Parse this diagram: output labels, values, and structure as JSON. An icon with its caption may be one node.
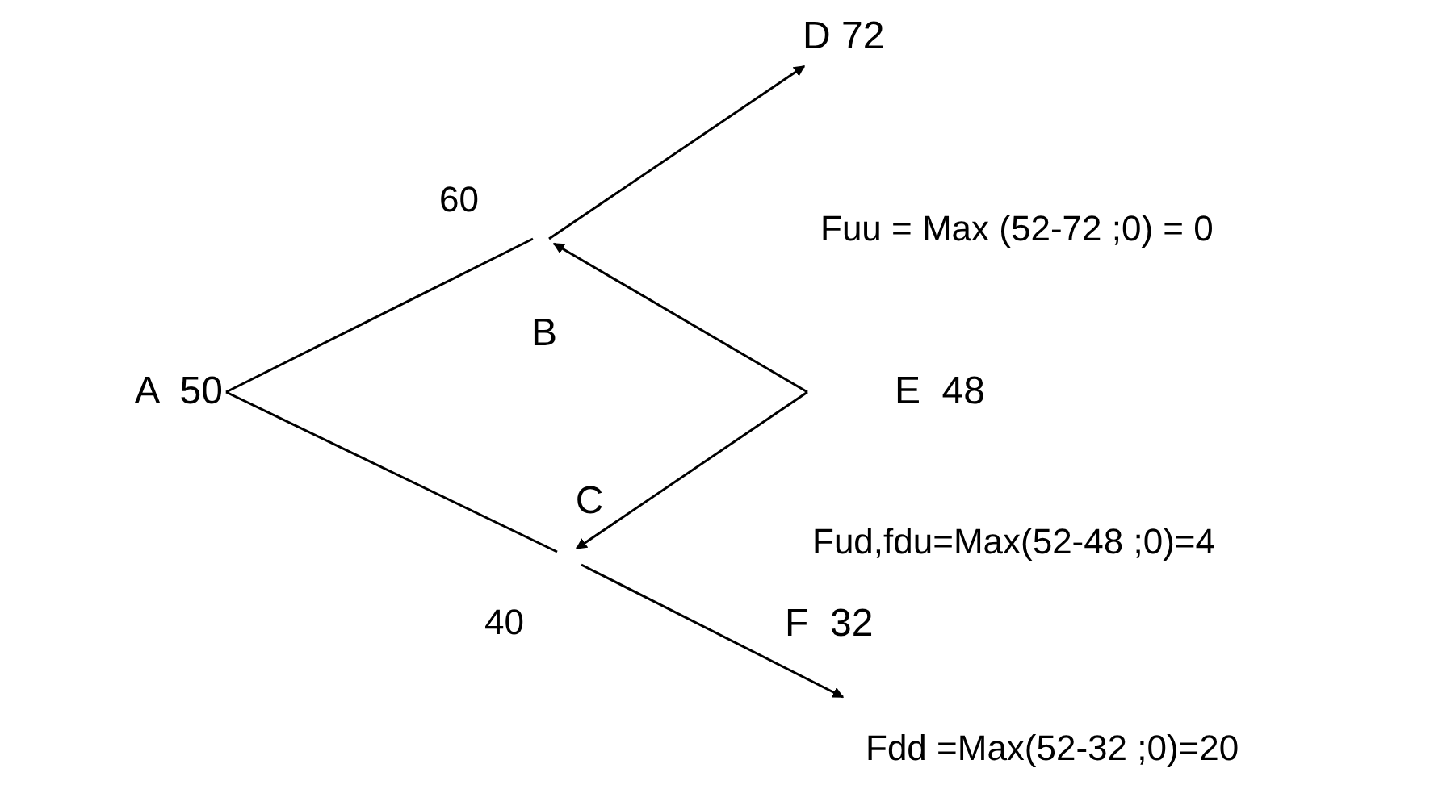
{
  "diagram": {
    "nodes": [
      {
        "text": [
          "A  50"
        ]
      },
      {
        "text": [
          "B"
        ]
      },
      {
        "text": [
          "C"
        ]
      },
      {
        "text": [
          "D 72"
        ]
      },
      {
        "text": [
          "E  48"
        ]
      },
      {
        "text": [
          "F  32"
        ]
      }
    ],
    "edges": [
      {
        "from": 0,
        "to": 1,
        "arrow": "none"
      },
      {
        "from": 1,
        "to": 3,
        "arrow": "to"
      },
      {
        "from": 4,
        "to": 1,
        "arrow": "to"
      },
      {
        "from": 0,
        "to": 2,
        "arrow": "none"
      },
      {
        "from": 2,
        "to": 5,
        "arrow": "to"
      },
      {
        "from": 4,
        "to": 2,
        "arrow": "to"
      }
    ],
    "labels": [
      "60",
      "Fuu = Max (52-72 ;0) = 0",
      "Fud,fdu=Max(52-48 ;0)=4",
      "40",
      "Fdd =Max(52-32 ;0)=20"
    ]
  }
}
